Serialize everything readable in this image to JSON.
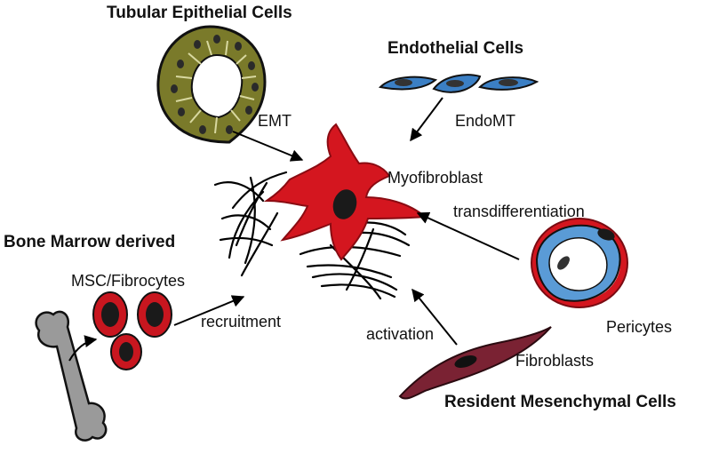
{
  "labels": {
    "tubular_epithelial": "Tubular Epithelial Cells",
    "endothelial": "Endothelial Cells",
    "emt": "EMT",
    "endomt": "EndoMT",
    "myofibroblast": "Myofibroblast",
    "transdifferentiation": "transdifferentiation",
    "bone_marrow": "Bone Marrow derived",
    "msc": "MSC/Fibrocytes",
    "recruitment": "recruitment",
    "activation": "activation",
    "pericytes": "Pericytes",
    "fibroblasts": "Fibroblasts",
    "resident": "Resident Mesenchymal Cells"
  },
  "colors": {
    "epithelial_fill": "#7a7a2a",
    "endothelial_fill": "#3b7fc4",
    "myofibroblast_fill": "#d4161f",
    "msc_fill": "#c8161f",
    "fibroblast_fill": "#7a2233",
    "bone_fill": "#9a9a9a",
    "nucleus": "#1a1a1a"
  }
}
